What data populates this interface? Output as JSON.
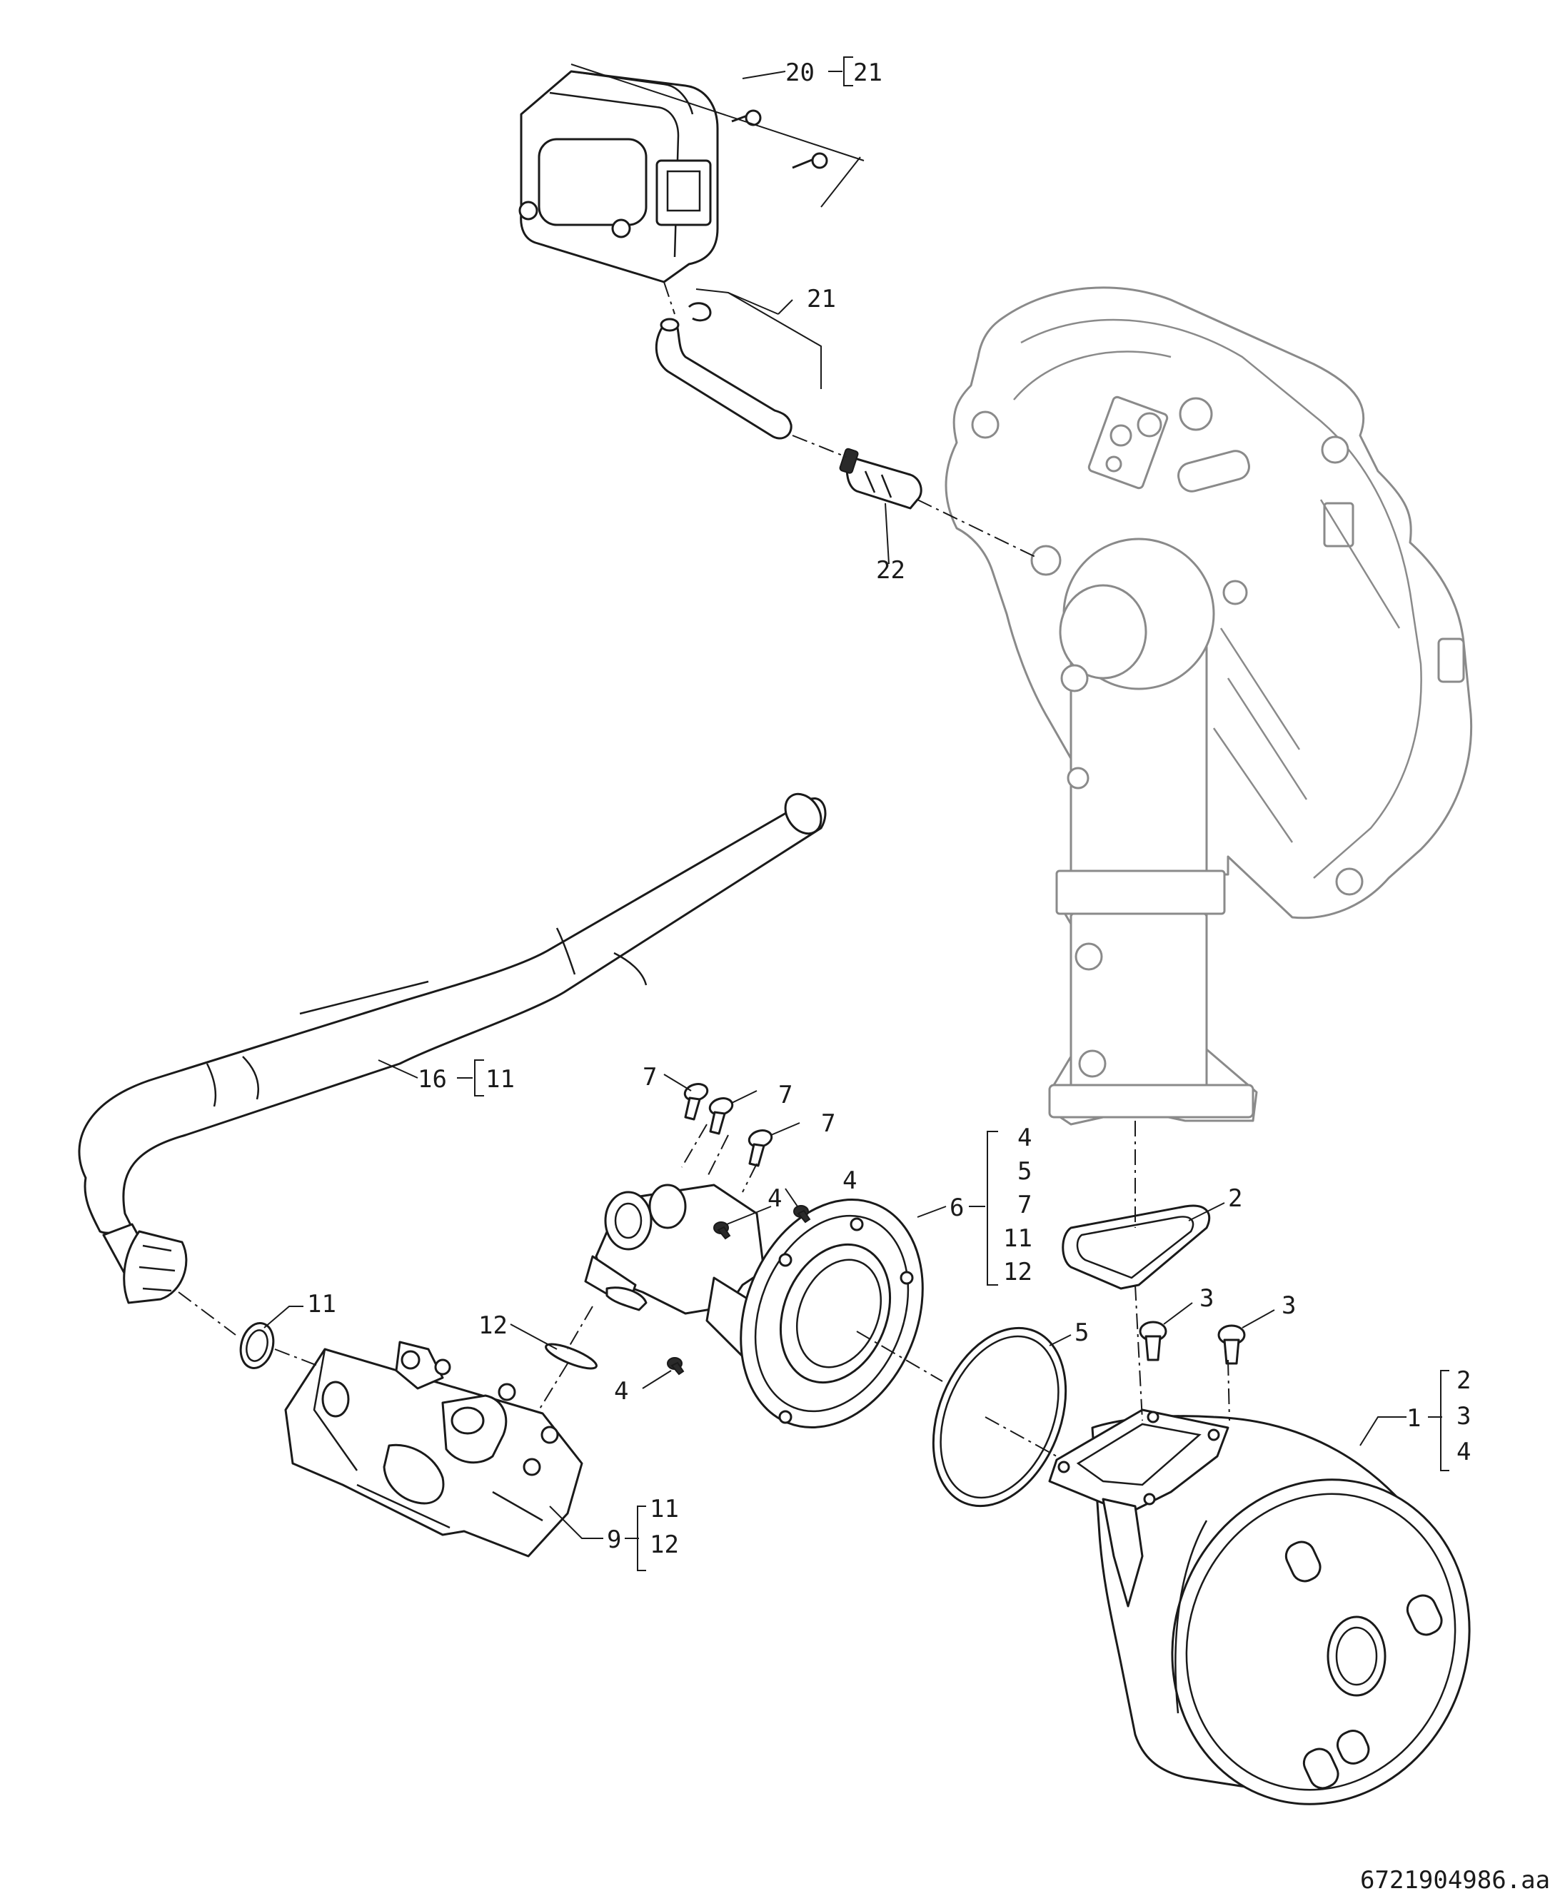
{
  "drawing_id": "6721904986.aa",
  "callouts": {
    "c20": "20",
    "c20_ref": "21",
    "c21": "21",
    "c22": "22",
    "c16": "16",
    "c16_ref": "11",
    "c7a": "7",
    "c7b": "7",
    "c7c": "7",
    "c4a": "4",
    "c4b": "4",
    "c4c": "4",
    "c6": "6",
    "c6_refs": [
      "4",
      "5",
      "7",
      "11",
      "12"
    ],
    "c2": "2",
    "c3a": "3",
    "c3b": "3",
    "c11": "11",
    "c12": "12",
    "c5": "5",
    "c1": "1",
    "c1_refs": [
      "2",
      "3",
      "4"
    ],
    "c9": "9",
    "c9_refs": [
      "11",
      "12"
    ]
  }
}
